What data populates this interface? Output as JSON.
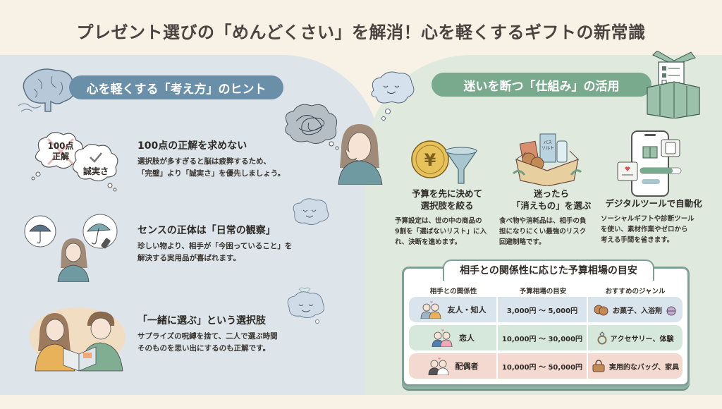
{
  "title": "プレゼント選びの「めんどくさい」を解消！心を軽くするギフトの新常識",
  "colors": {
    "background": "#f8f1e5",
    "left_panel": "#dde5ea",
    "right_panel": "#dfe9de",
    "left_pill": "#6a90a9",
    "right_pill": "#7aaa8e",
    "row_friend": "#d9e4ec",
    "row_lover": "#d6e7db",
    "row_spouse": "#f3d9cf"
  },
  "left_section": {
    "heading": "心を軽くする「考え方」のヒント",
    "illustration_labels": {
      "crossed_out": "100点\n正解",
      "crossed_line1": "100点",
      "crossed_line2": "正解",
      "checked": "誠実さ"
    },
    "hints": [
      {
        "title": "100点の正解を求めない",
        "line1": "選択肢が多すぎると脳は疲弊するため、",
        "line2": "「完璧」より「誠実さ」を優先しましょう。"
      },
      {
        "title": "センスの正体は「日常の観察」",
        "line1": "珍しい物より、相手が「今困っていること」を",
        "line2": "解決する実用品が喜ばれます。"
      },
      {
        "title": "「一緒に選ぶ」という選択肢",
        "line1": "サプライズの呪縛を捨て、二人で選ぶ時間",
        "line2": "そのものを思い出にするのも正解です。"
      }
    ]
  },
  "right_section": {
    "heading": "迷いを断つ「仕組み」の活用",
    "bath_salt_label": "バス\nソルト",
    "features": [
      {
        "title_line1": "予算を先に決めて",
        "title_line2": "選択肢を絞る",
        "line1": "予算設定は、世の中の商品の",
        "line2": "9割を「選ばないリスト」に入",
        "line3": "れ、決断を進めます。"
      },
      {
        "title_line1": "迷ったら",
        "title_line2": "「消えもの」を選ぶ",
        "line1": "食べ物や消耗品は、相手の負",
        "line2": "担になりにくい最強のリスク",
        "line3": "回避制略です。"
      },
      {
        "title_line1": "デジタルツールで自動化",
        "line1": "ソーシャルギフトや診断ツール",
        "line2": "を使い、素材作業やゼロから",
        "line3": "考える手間を省きます。"
      }
    ]
  },
  "budget_table": {
    "title": "相手との関係性に応じた予算相場の目安",
    "headers": [
      "相手との関係性",
      "予算相場の目安",
      "おすすめのジャンル"
    ],
    "rows": [
      {
        "relation": "友人・知人",
        "budget": "3,000円 ～ 5,000円",
        "genre": "お菓子、入浴剤",
        "icon": "cookie-icon"
      },
      {
        "relation": "恋人",
        "budget": "10,000円 ～ 30,000円",
        "genre": "アクセサリー、体験",
        "icon": "ring-icon"
      },
      {
        "relation": "配偶者",
        "budget": "10,000円 ～ 50,000円",
        "genre": "実用的なバッグ、家具",
        "icon": "handbag-icon"
      }
    ]
  }
}
